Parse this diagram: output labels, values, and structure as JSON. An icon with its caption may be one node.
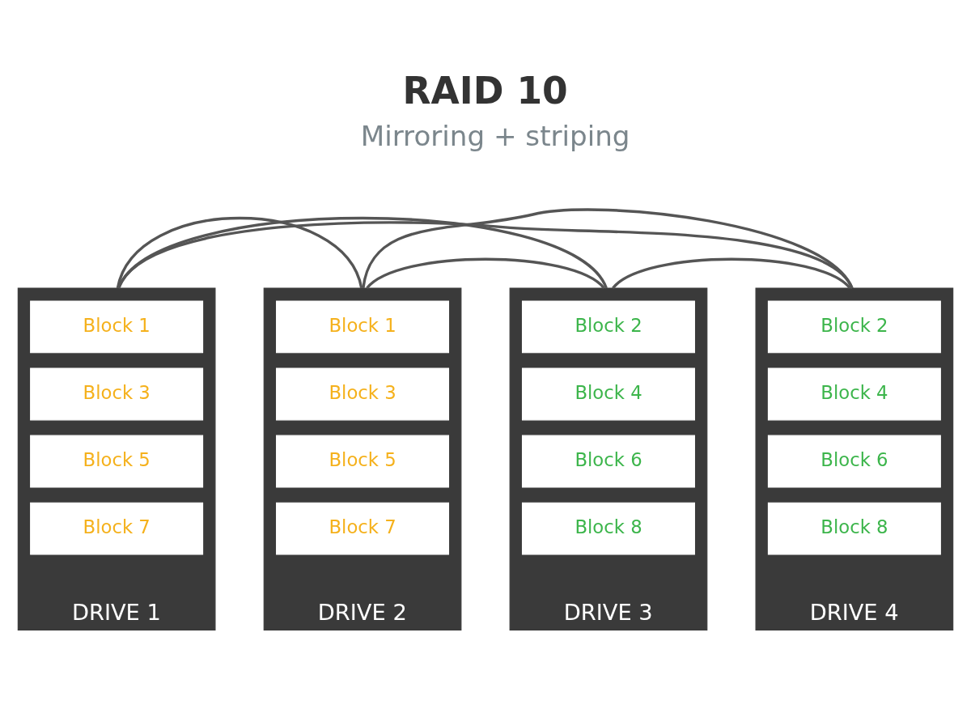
{
  "diagram": {
    "title": "RAID 10",
    "nodes": [
      {
        "text": [
          "DRIVE 1"
        ]
      },
      {
        "text": [
          "Block 1"
        ],
        "in": 0
      },
      {
        "text": [
          "Block 3"
        ],
        "in": 0
      },
      {
        "text": [
          "Block 5"
        ],
        "in": 0
      },
      {
        "text": [
          "Block 7"
        ],
        "in": 0
      },
      {
        "text": [
          "DRIVE 2"
        ]
      },
      {
        "text": [
          "Block 1"
        ],
        "in": 5
      },
      {
        "text": [
          "Block 3"
        ],
        "in": 5
      },
      {
        "text": [
          "Block 5"
        ],
        "in": 5
      },
      {
        "text": [
          "Block 7"
        ],
        "in": 5
      },
      {
        "text": [
          "DRIVE 3"
        ]
      },
      {
        "text": [
          "Block 2"
        ],
        "in": 10
      },
      {
        "text": [
          "Block 4"
        ],
        "in": 10
      },
      {
        "text": [
          "Block 6"
        ],
        "in": 10
      },
      {
        "text": [
          "Block 8"
        ],
        "in": 10
      },
      {
        "text": [
          "DRIVE 4"
        ]
      },
      {
        "text": [
          "Block 2"
        ],
        "in": 15
      },
      {
        "text": [
          "Block 4"
        ],
        "in": 15
      },
      {
        "text": [
          "Block 6"
        ],
        "in": 15
      },
      {
        "text": [
          "Block 8"
        ],
        "in": 15
      }
    ],
    "edges": [
      {
        "from": 0,
        "to": 5,
        "arrow": "none"
      },
      {
        "from": 10,
        "to": 15,
        "arrow": "none"
      },
      {
        "from": 0,
        "to": 10,
        "arrow": "none"
      },
      {
        "from": 0,
        "to": 15,
        "arrow": "none"
      },
      {
        "from": 5,
        "to": 10,
        "arrow": "none"
      },
      {
        "from": 5,
        "to": 15,
        "arrow": "none"
      }
    ],
    "labels": [
      "Mirroring + striping"
    ]
  }
}
